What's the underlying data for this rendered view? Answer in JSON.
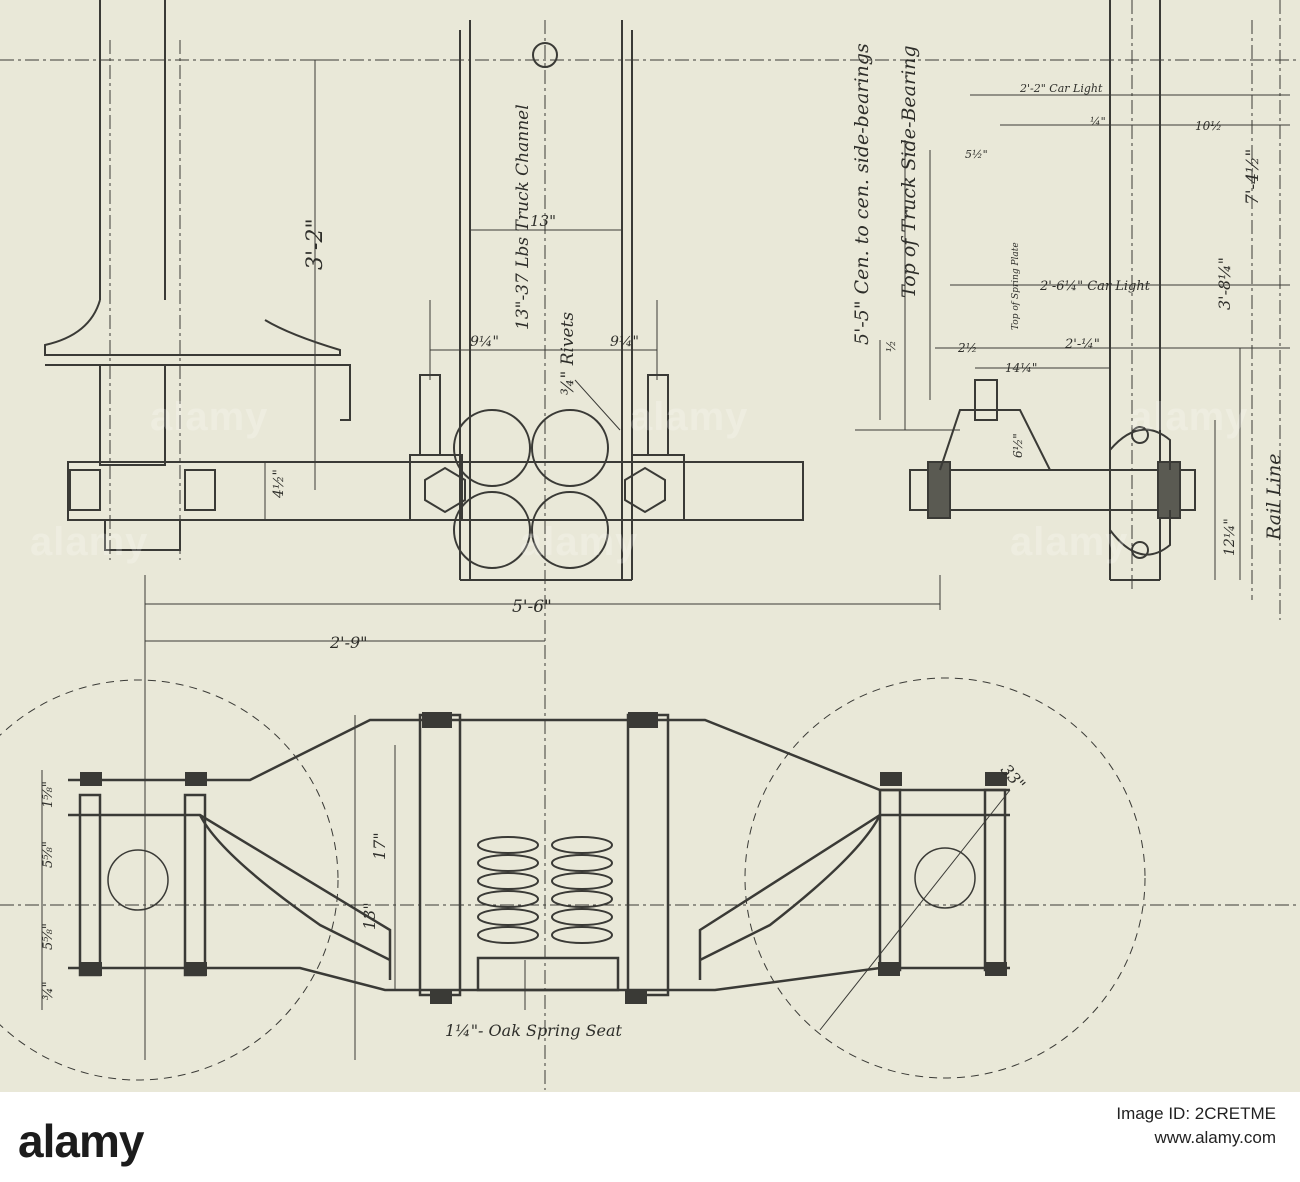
{
  "drawing": {
    "labels": {
      "channel": "13\"-37 Lbs Truck Channel",
      "side_bearings": "5'-5\" Cen. to cen. side-bearings",
      "truck_side_bearing": "Top of Truck Side-Bearing",
      "spring_plate": "Top of Spring Plate",
      "rail_line": "Rail Line",
      "rivets": "¾\" Rivets",
      "spring_seat": "1¼\"- Oak Spring Seat"
    },
    "dimensions": {
      "height_3_2": "3'-2\"",
      "channel_13": "13\"",
      "rivet_left": "9¼\"",
      "rivet_right": "9¼\"",
      "bar_4_5": "4½\"",
      "car_light_top": "2'-2\" Car Light",
      "quarter": "¼\"",
      "ten_half": "10½",
      "five_half": "5½\"",
      "car_light_mid": "2'-6¼\" Car Light",
      "seven_4_5": "7'-4½\"",
      "three_8": "3'-8¼\"",
      "two_quarter": "2'-¼\"",
      "two_half_small": "2½",
      "fourteen": "14¼\"",
      "half_left": "½",
      "six_half": "6½\"",
      "twelve": "12¼\"",
      "span_5_6": "5'-6\"",
      "span_2_9": "2'-9\"",
      "wheel_33": "33\"",
      "height_17": "17\"",
      "height_13": "13\"",
      "side_a": "1⅝\"",
      "side_b": "5⅝\"",
      "side_c": "5⅝\"",
      "side_d": "¾\""
    }
  },
  "watermark": {
    "text": "alamy"
  },
  "footer": {
    "brand": "alamy",
    "image_id": "Image ID: 2CRETME",
    "site": "www.alamy.com"
  }
}
